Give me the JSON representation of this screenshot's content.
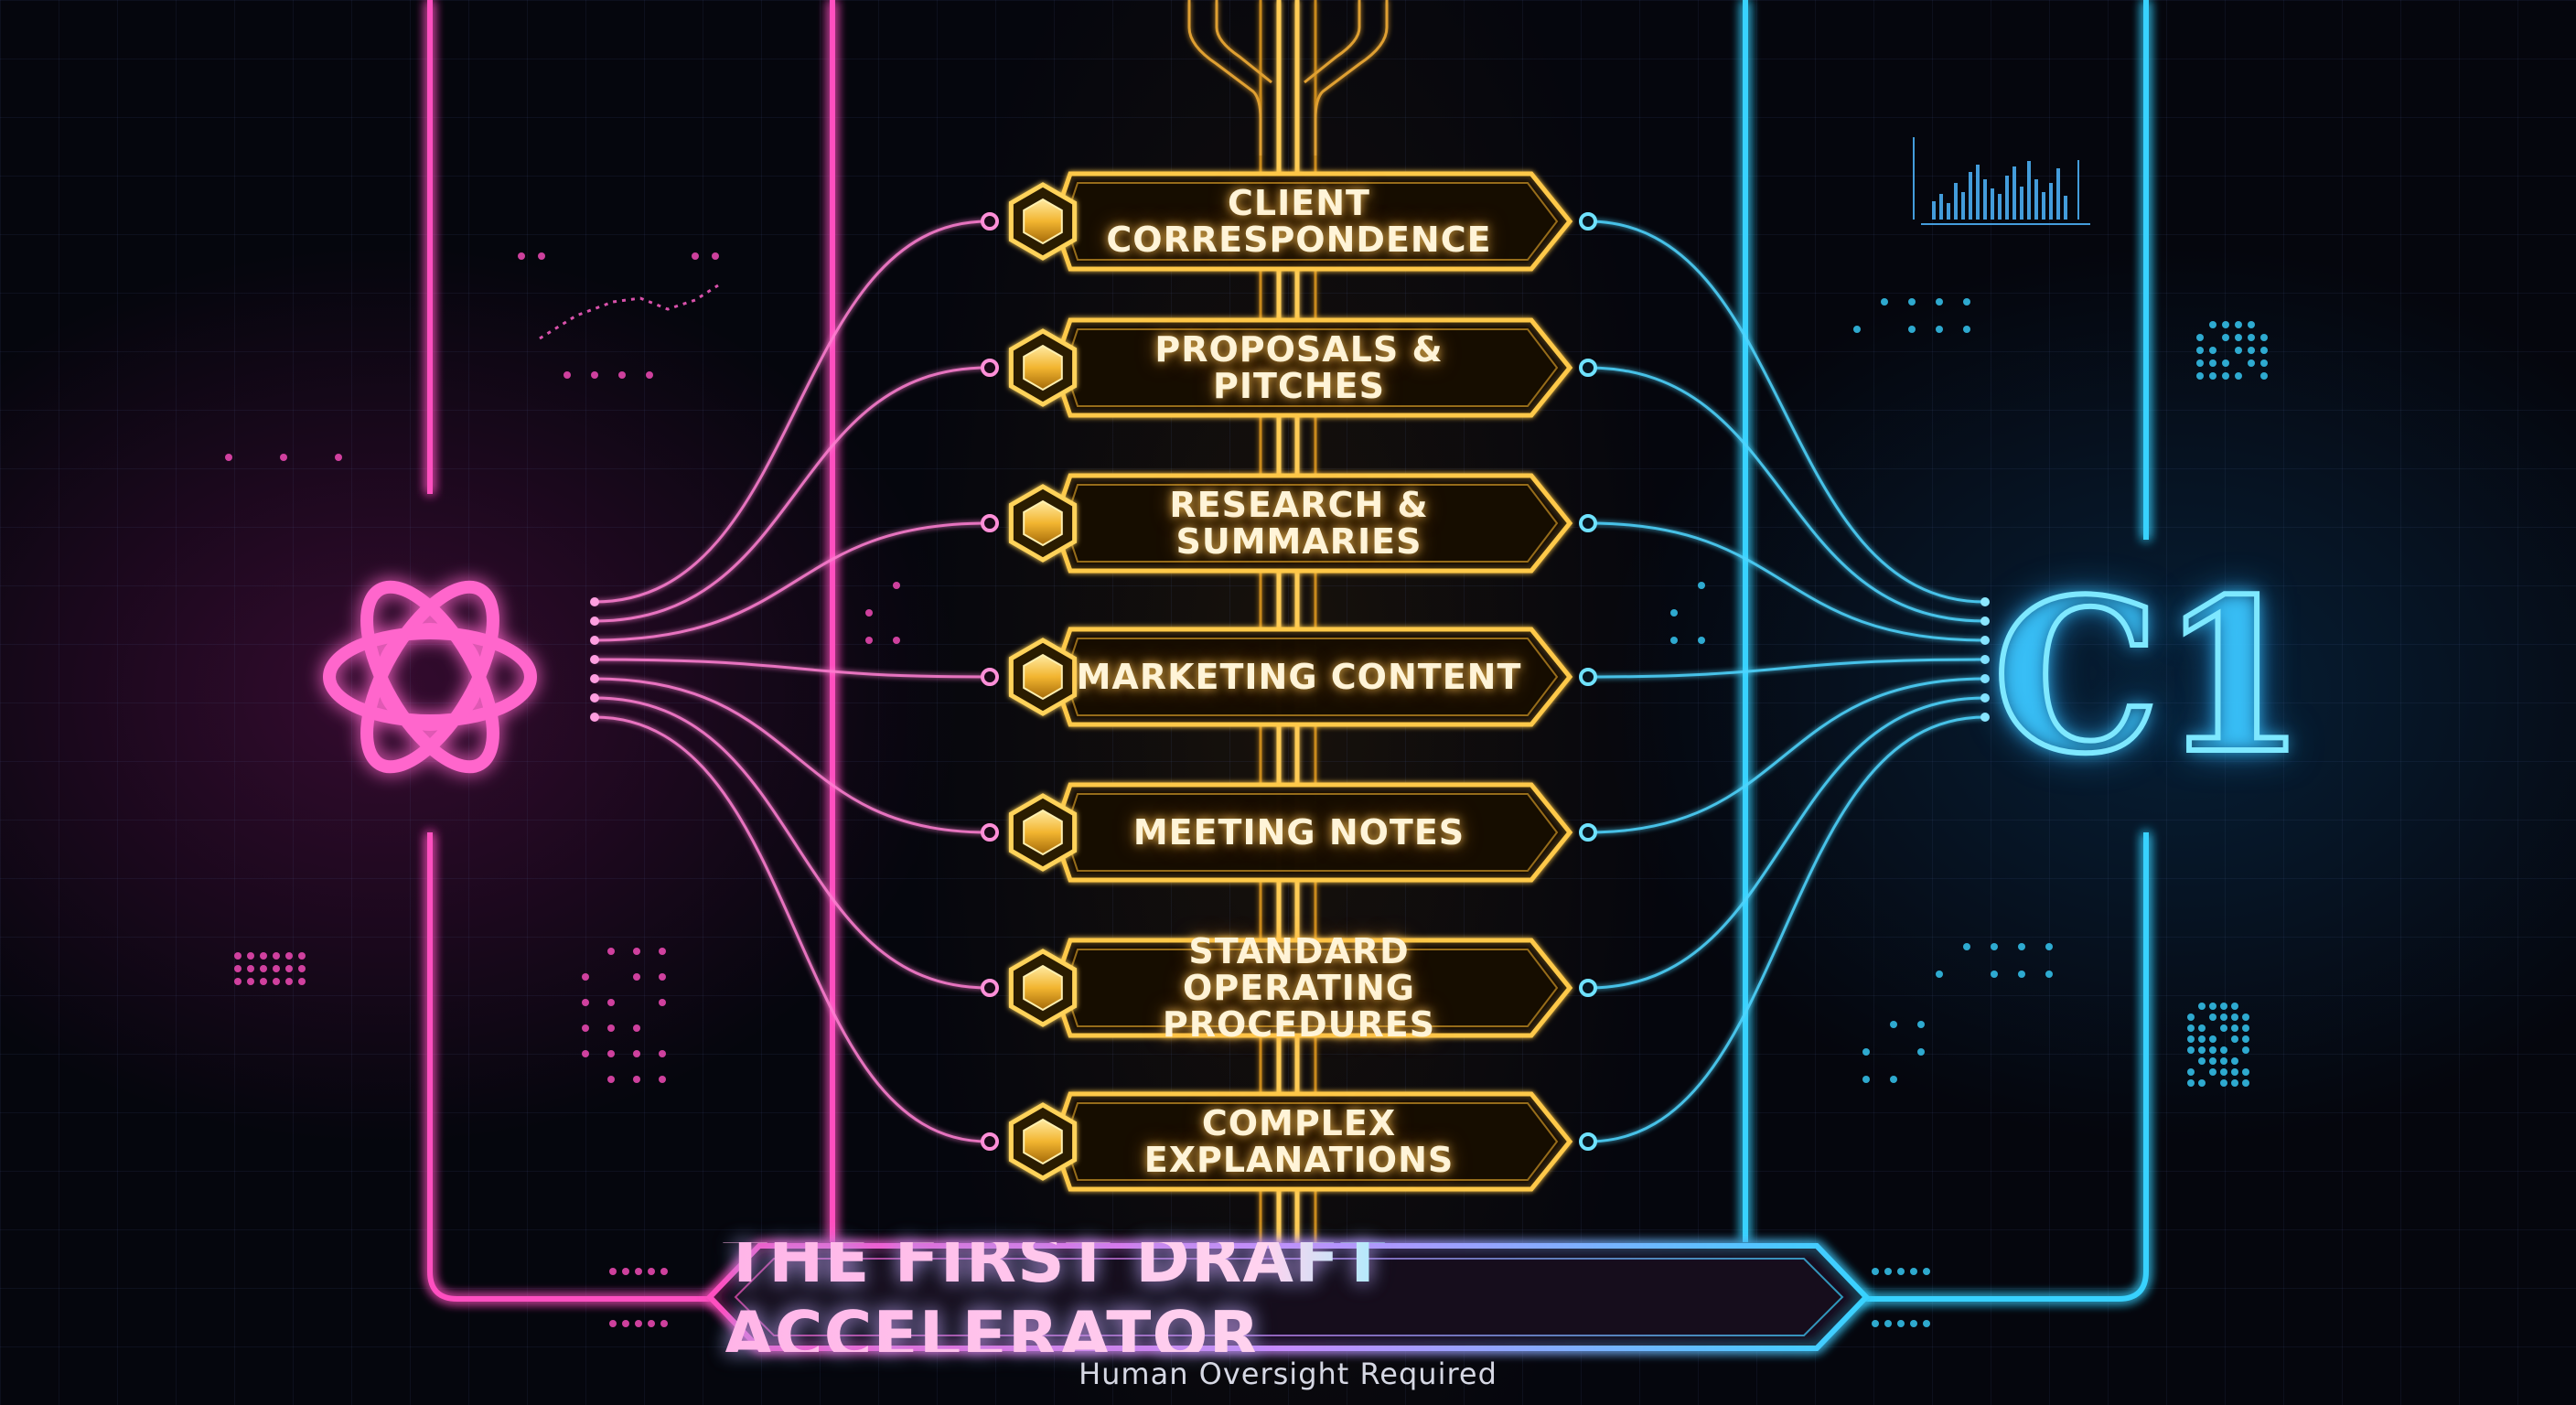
{
  "diagram": {
    "title": "THE FIRST DRAFT ACCELERATOR",
    "subtitle": "Human Oversight Required",
    "left_node": {
      "icon": "openai-logo-icon"
    },
    "right_node": {
      "text": "C1"
    },
    "tasks": [
      "CLIENT\nCORRESPONDENCE",
      "PROPOSALS & PITCHES",
      "RESEARCH & SUMMARIES",
      "MARKETING CONTENT",
      "MEETING NOTES",
      "STANDARD OPERATING\nPROCEDURES",
      "COMPLEX\nEXPLANATIONS"
    ],
    "colors": {
      "left_accent": "#ff4fc0",
      "right_accent": "#38d2ff",
      "center_accent": "#ffc94a",
      "background": "#05060d"
    }
  }
}
